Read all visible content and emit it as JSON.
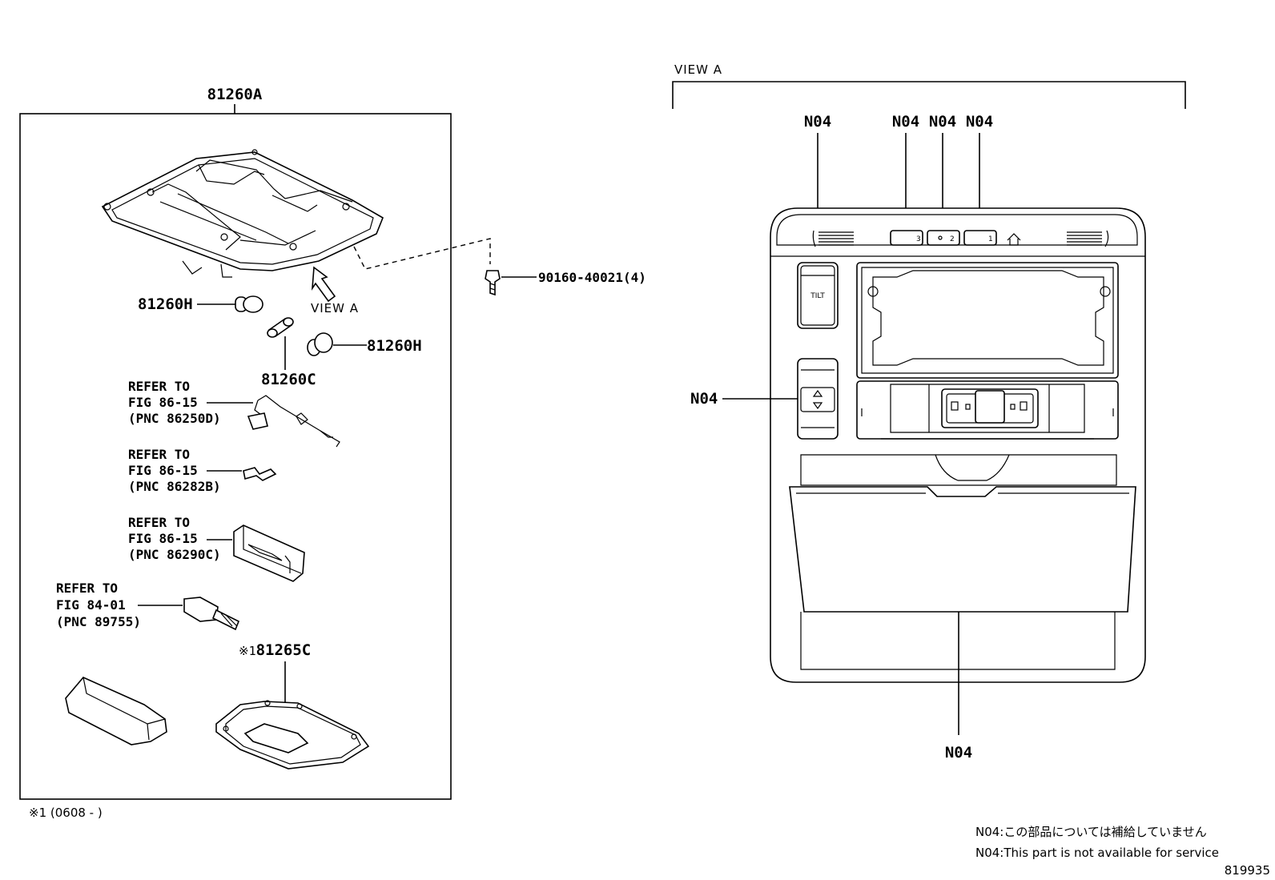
{
  "main_diagram": {
    "assembly_label": "81260A",
    "labels": {
      "bulb_left": "81260H",
      "bulb_right": "81260H",
      "bulb_center": "81260C",
      "screw": "90160-40021(4)",
      "view_arrow": "VIEW A",
      "lens_part": "81265C",
      "lens_note_mark": "※1"
    },
    "references": [
      {
        "line1": "REFER TO",
        "line2": "FIG 86-15",
        "line3": "(PNC 86250D)"
      },
      {
        "line1": "REFER TO",
        "line2": "FIG 86-15",
        "line3": "(PNC 86282B)"
      },
      {
        "line1": "REFER TO",
        "line2": "FIG 86-15",
        "line3": "(PNC 86290C)"
      },
      {
        "line1": "REFER TO",
        "line2": "FIG 84-01",
        "line3": "(PNC 89755)"
      }
    ],
    "footnote": "※1 (0608 -     )"
  },
  "view_a": {
    "title": "VIEW A",
    "callouts": [
      "N04",
      "N04",
      "N04",
      "N04",
      "N04",
      "N04"
    ],
    "button_labels": {
      "btn3": "3",
      "btn2": "2",
      "btn1": "1",
      "tilt": "TILT"
    }
  },
  "notes": {
    "jp": "N04:この部品については補給していません",
    "en": "N04:This part is not available for service"
  },
  "figure_number": "819935"
}
